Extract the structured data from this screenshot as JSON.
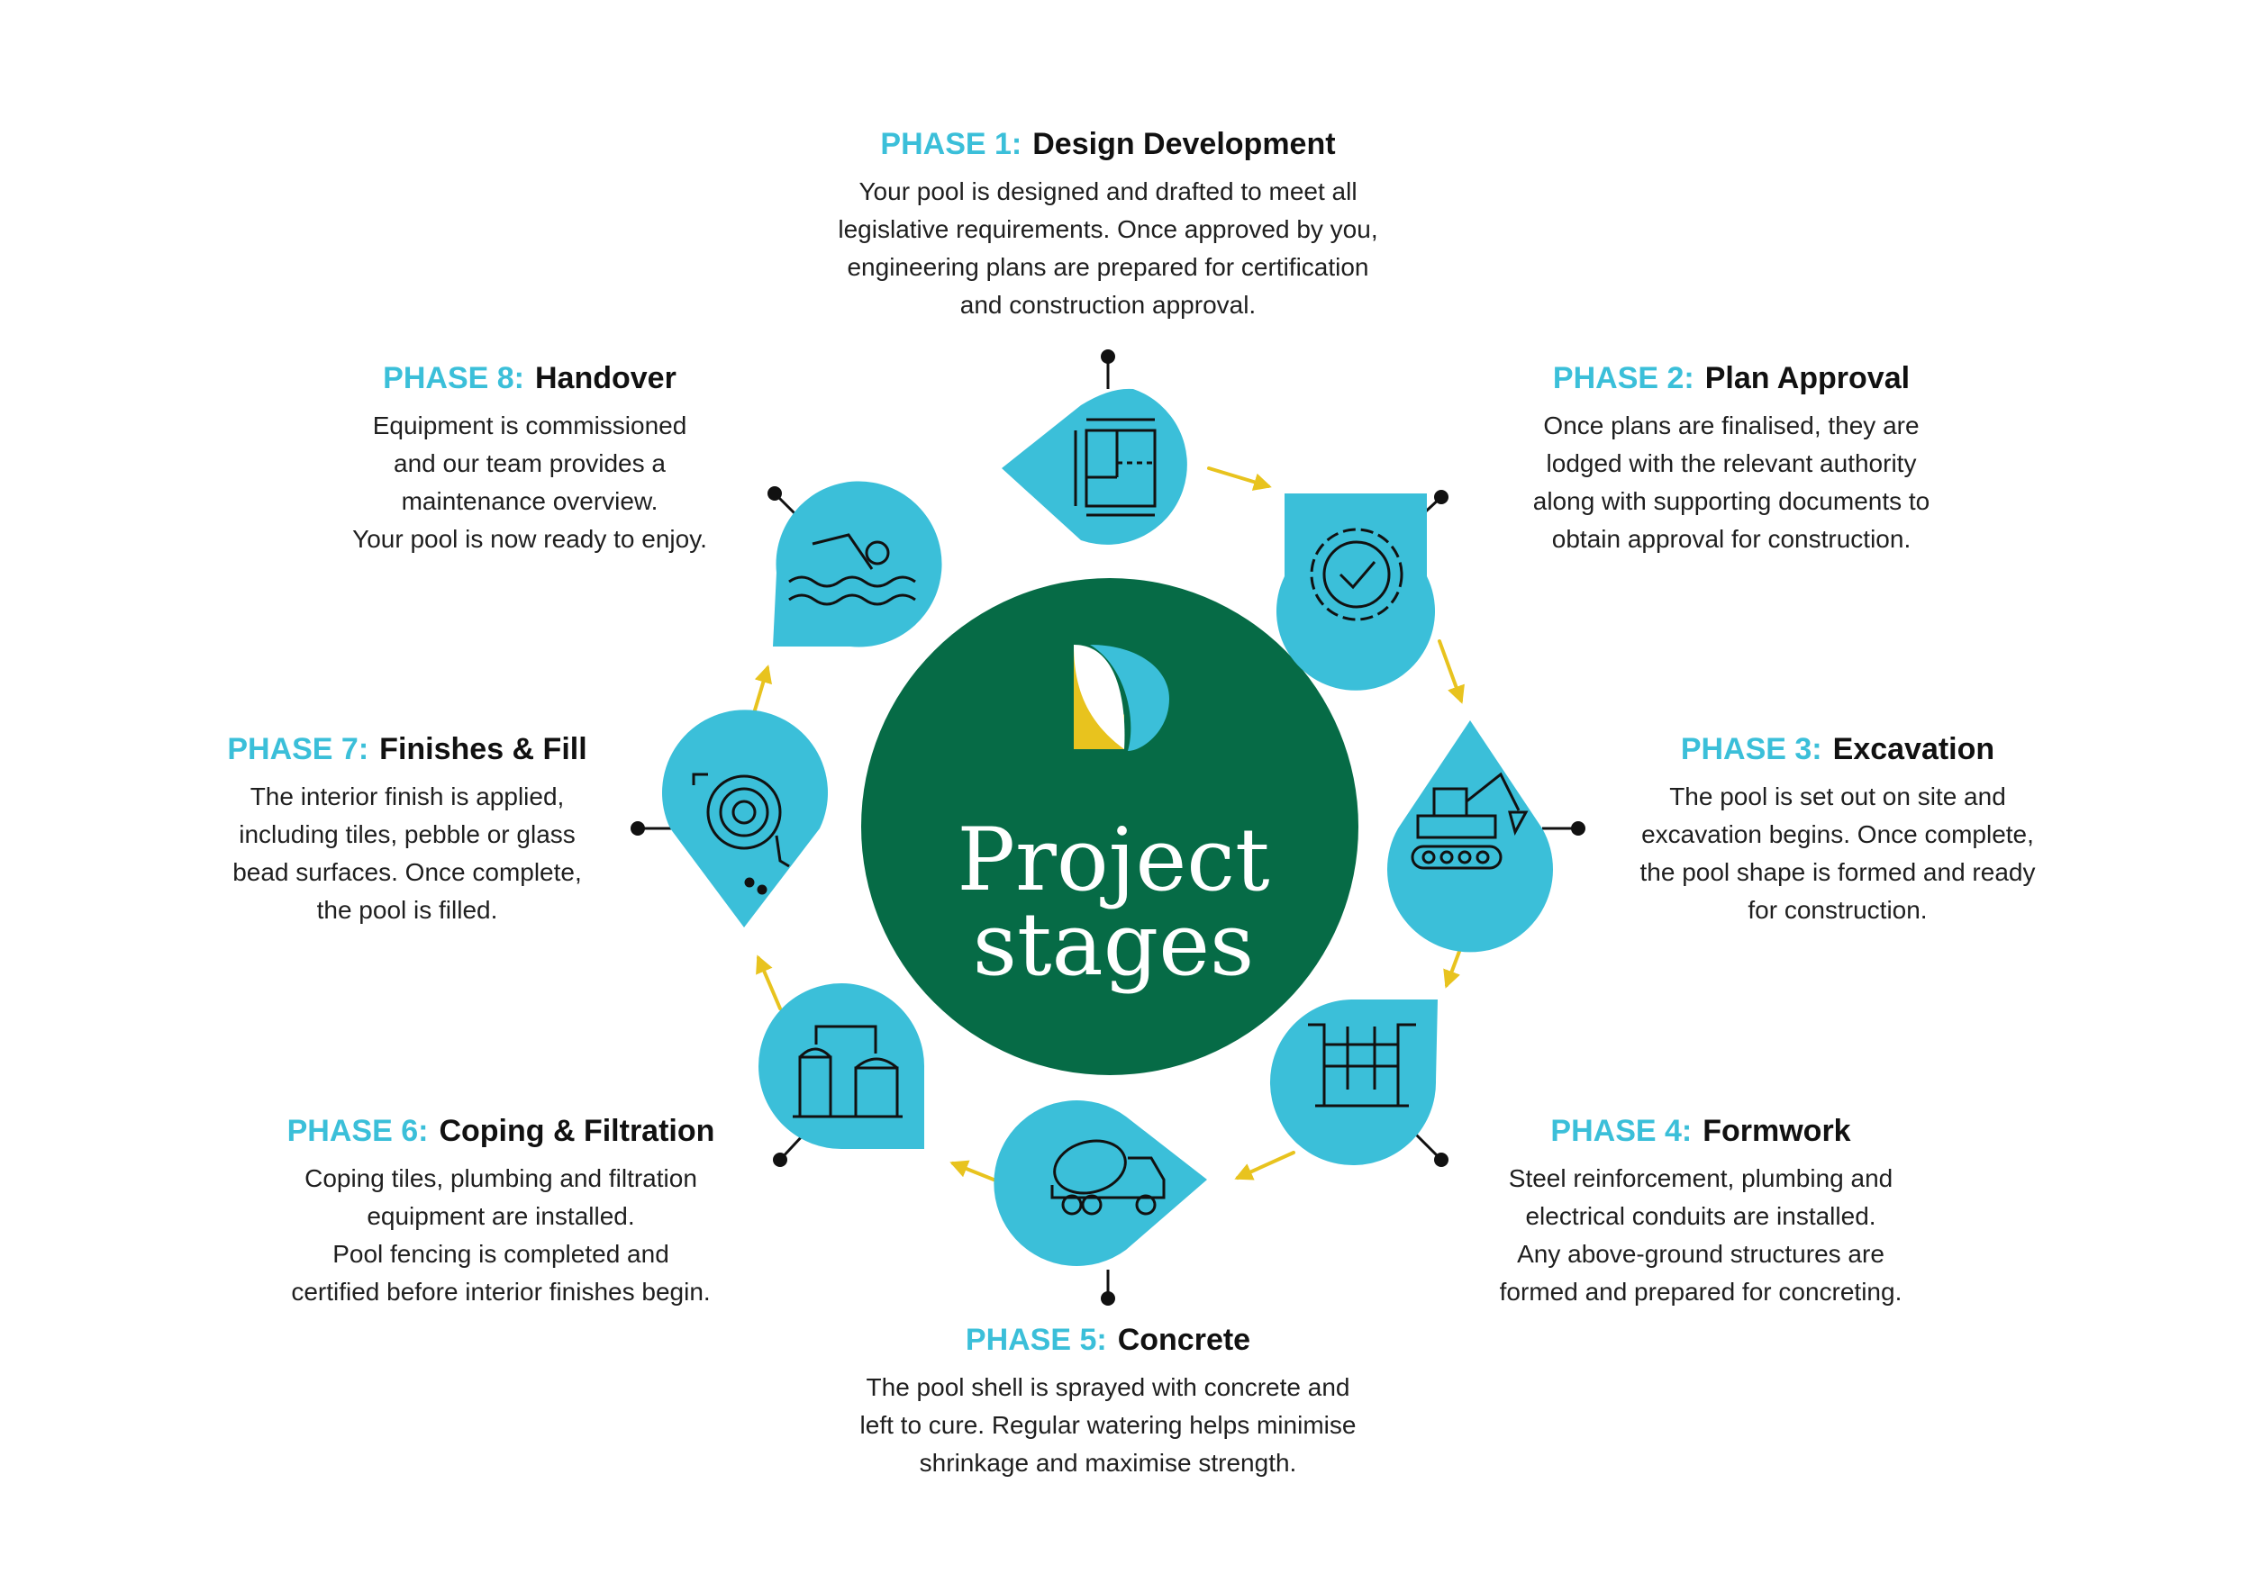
{
  "center": {
    "title_line1": "Project",
    "title_line2": "stages",
    "logo": "brand-p-logo"
  },
  "colors": {
    "center_circle": "#066b46",
    "icon_drop": "#3bbfd9",
    "arrow": "#e8c31e",
    "phase_label": "#3bbfd9",
    "heading": "#111111",
    "logo_yellow": "#e8c31e",
    "logo_white": "#ffffff",
    "connector": "#111111"
  },
  "phases": [
    {
      "label": "PHASE 1:",
      "name": "Design Development",
      "icon": "floor-plan-icon",
      "desc": [
        "Your pool is designed and drafted to meet all",
        "legislative requirements. Once approved by you,",
        "engineering plans are prepared for certification",
        "and construction approval."
      ]
    },
    {
      "label": "PHASE 2:",
      "name": "Plan Approval",
      "icon": "approval-badge-icon",
      "desc": [
        "Once plans are finalised, they are",
        "lodged with the relevant authority",
        "along with supporting documents to",
        "obtain approval for construction."
      ]
    },
    {
      "label": "PHASE 3:",
      "name": "Excavation",
      "icon": "excavator-icon",
      "desc": [
        "The pool is set out on site and",
        "excavation begins. Once complete,",
        "the pool shape is formed and ready",
        "for construction."
      ]
    },
    {
      "label": "PHASE 4:",
      "name": "Formwork",
      "icon": "formwork-icon",
      "desc": [
        "Steel reinforcement, plumbing and",
        "electrical conduits are installed.",
        "Any above-ground structures are",
        "formed and prepared for concreting."
      ]
    },
    {
      "label": "PHASE 5:",
      "name": "Concrete",
      "icon": "concrete-mixer-truck-icon",
      "desc": [
        "The pool shell is sprayed with concrete and",
        "left to cure. Regular watering helps minimise",
        "shrinkage and maximise strength."
      ]
    },
    {
      "label": "PHASE 6:",
      "name": "Coping & Filtration",
      "icon": "filtration-plant-icon",
      "desc": [
        "Coping tiles, plumbing and filtration",
        "equipment are installed.",
        "Pool fencing is completed and",
        "certified before interior finishes begin."
      ]
    },
    {
      "label": "PHASE 7:",
      "name": "Finishes & Fill",
      "icon": "hose-icon",
      "desc": [
        "The interior finish is applied,",
        "including tiles, pebble or glass",
        "bead surfaces. Once complete,",
        "the pool is filled."
      ]
    },
    {
      "label": "PHASE 8:",
      "name": "Handover",
      "icon": "swimmer-icon",
      "desc": [
        "Equipment is commissioned",
        "and our team provides a",
        "maintenance overview.",
        "Your pool is now ready to enjoy."
      ]
    }
  ]
}
